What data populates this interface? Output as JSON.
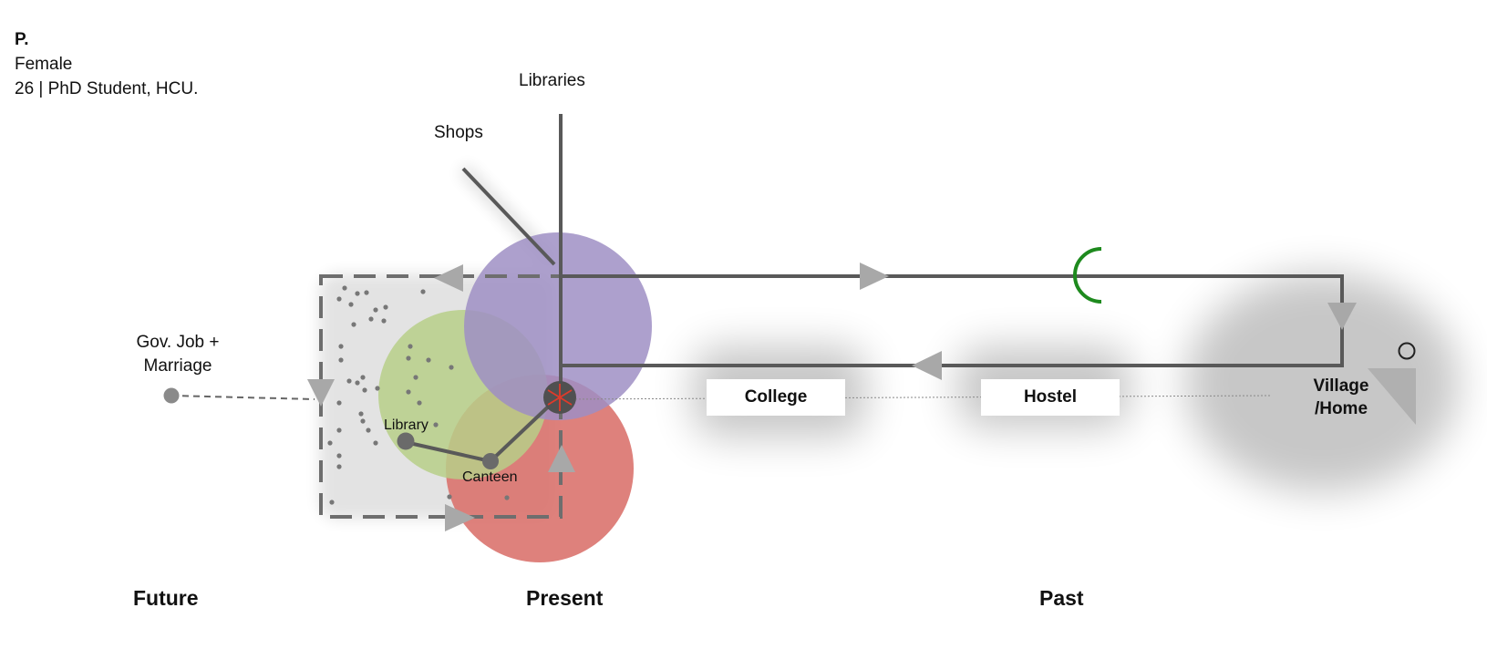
{
  "profile": {
    "id": "P.",
    "gender": "Female",
    "details": "26 | PhD Student, HCU."
  },
  "labels": {
    "libraries": "Libraries",
    "shops": "Shops",
    "future_goal_line1": "Gov. Job +",
    "future_goal_line2": "Marriage",
    "library": "Library",
    "canteen": "Canteen"
  },
  "places": {
    "college": "College",
    "hostel": "Hostel",
    "village_line1": "Village",
    "village_line2": "/Home"
  },
  "timeline": {
    "future": "Future",
    "present": "Present",
    "past": "Past"
  },
  "colors": {
    "purple_circle": "#9f8fc4",
    "green_circle": "#b7cf88",
    "red_circle": "#d9706a",
    "path": "#595959",
    "arrow": "#a8a8a8",
    "green_arc": "#1e8a1e",
    "red_star": "#e03a2a"
  }
}
